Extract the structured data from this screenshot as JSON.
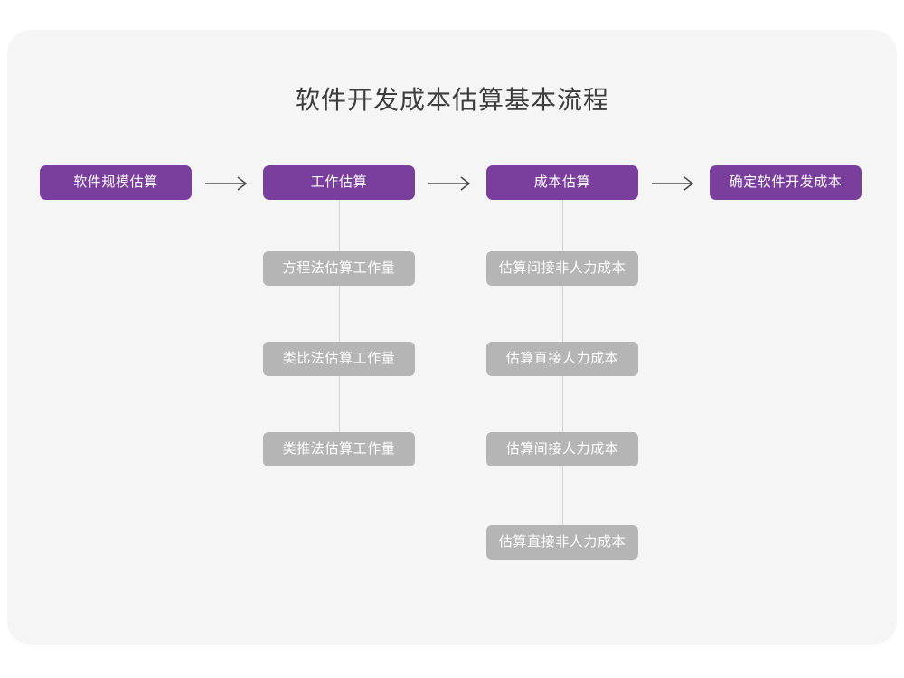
{
  "diagram": {
    "title": "软件开发成本估算基本流程",
    "colors": {
      "page_background": "#ffffff",
      "card_background": "#f5f5f5",
      "primary_node": "#7a3e9d",
      "secondary_node": "#b5b5b5",
      "node_text": "#ffffff",
      "title_text": "#3d3d3d",
      "connector_line": "#d2d2d2",
      "arrow": "#4d4d4d"
    },
    "main_flow": [
      {
        "label": "软件规模估算"
      },
      {
        "label": "工作估算"
      },
      {
        "label": "成本估算"
      },
      {
        "label": "确定软件开发成本"
      }
    ],
    "arrows": [
      {
        "glyph": "→",
        "from": "软件规模估算",
        "to": "工作估算"
      },
      {
        "glyph": "→",
        "from": "工作估算",
        "to": "成本估算"
      },
      {
        "glyph": "→",
        "from": "成本估算",
        "to": "确定软件开发成本"
      }
    ],
    "sub_flows": [
      {
        "parent": "工作估算",
        "items": [
          {
            "label": "方程法估算工作量"
          },
          {
            "label": "类比法估算工作量"
          },
          {
            "label": "类推法估算工作量"
          }
        ]
      },
      {
        "parent": "成本估算",
        "items": [
          {
            "label": "估算间接非人力成本"
          },
          {
            "label": "估算直接人力成本"
          },
          {
            "label": "估算间接人力成本"
          },
          {
            "label": "估算直接非人力成本"
          }
        ]
      }
    ]
  }
}
